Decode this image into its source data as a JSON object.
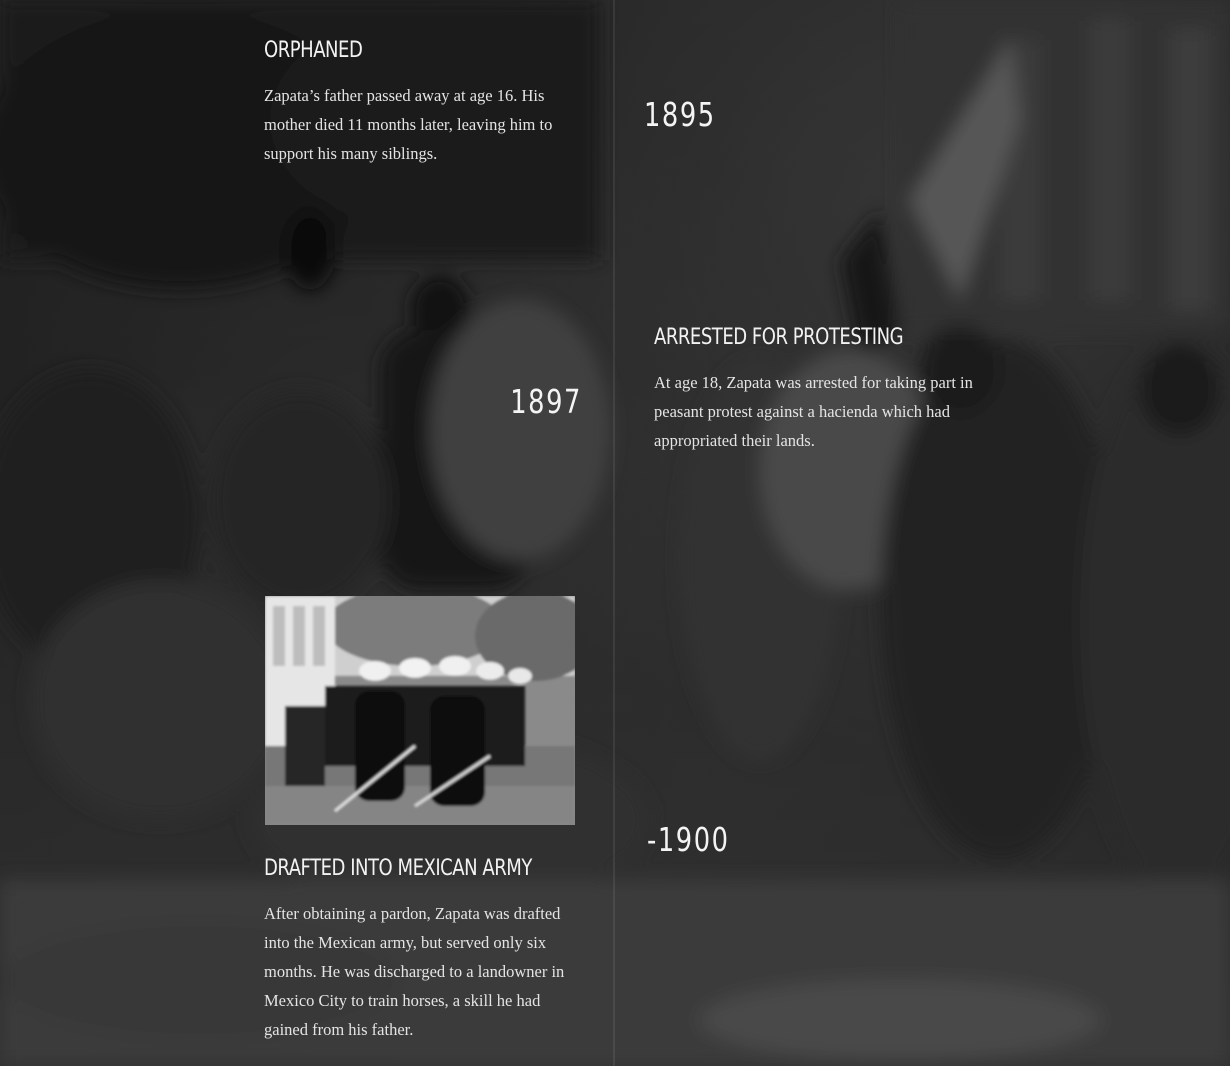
{
  "events": [
    {
      "title": "ORPHANED",
      "text": "Zapata’s father passed away at age 16. His mother died 11 months later, leaving him to support his many siblings.",
      "year": "1895"
    },
    {
      "title": "ARRESTED FOR PROTESTING",
      "text": "At age 18, Zapata was arrested for taking part in peasant protest against a hacienda which had appropriated their lands.",
      "year": "1897"
    },
    {
      "title": "DRAFTED INTO MEXICAN ARMY",
      "text": "After obtaining a pardon, Zapata was drafted into the Mexican army, but served only six months. He was discharged to a landowner in Mexico City to train horses, a skill he had gained from his father.",
      "year": "-1900"
    }
  ],
  "colors": {
    "text": "#f2f2f2",
    "background": "#2a2a2a"
  }
}
